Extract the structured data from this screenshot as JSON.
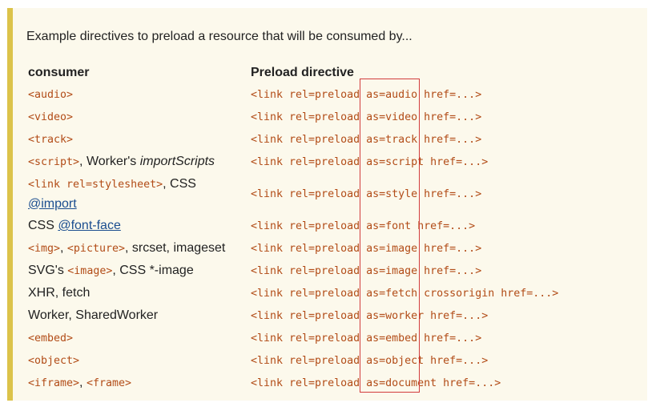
{
  "intro": "Example directives to preload a resource that will be consumed by...",
  "headers": {
    "consumer": "consumer",
    "directive": "Preload directive"
  },
  "rows": [
    {
      "c1": "<audio>",
      "directive": "<link rel=preload as=audio href=...>"
    },
    {
      "c1": "<video>",
      "directive": "<link rel=preload as=video href=...>"
    },
    {
      "c1": "<track>",
      "directive": "<link rel=preload as=track href=...>"
    },
    {
      "c1": "<script>",
      "t1": ", Worker's ",
      "em1": "importScripts",
      "directive": "<link rel=preload as=script href=...>"
    },
    {
      "c1": "<link rel=stylesheet>",
      "t1": ", CSS",
      "link1": "@import",
      "directive": "<link rel=preload as=style href=...>"
    },
    {
      "t0": "CSS ",
      "link1": "@font-face",
      "directive": "<link rel=preload as=font href=...>"
    },
    {
      "c1": "<img>",
      "t1": ", ",
      "c2": "<picture>",
      "t2": ", srcset, imageset",
      "directive": "<link rel=preload as=image href=...>"
    },
    {
      "t0": "SVG's ",
      "c1": "<image>",
      "t1": ", CSS *-image",
      "directive": "<link rel=preload as=image href=...>"
    },
    {
      "t0": "XHR, fetch",
      "directive": "<link rel=preload as=fetch crossorigin href=...>"
    },
    {
      "t0": "Worker, SharedWorker",
      "directive": "<link rel=preload as=worker href=...>"
    },
    {
      "c1": "<embed>",
      "directive": "<link rel=preload as=embed href=...>"
    },
    {
      "c1": "<object>",
      "directive": "<link rel=preload as=object href=...>"
    },
    {
      "c1": "<iframe>",
      "t1": ", ",
      "c2": "<frame>",
      "directive": "<link rel=preload as=document href=...>"
    }
  ],
  "colors": {
    "accent_bar": "#dcc34a",
    "code": "#b24c17",
    "link": "#1a4d8f",
    "highlight": "#d23c3c",
    "background": "#fcf9ec"
  }
}
